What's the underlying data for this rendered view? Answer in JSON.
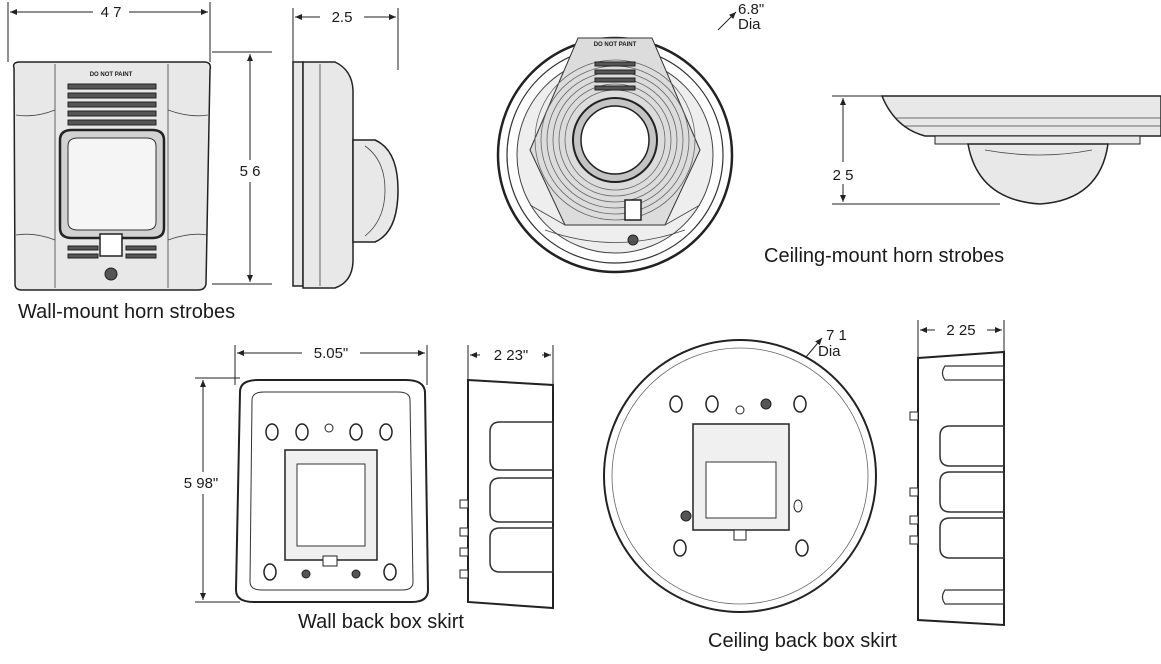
{
  "dimensions": {
    "wall_width": "4 7",
    "wall_depth": "2.5",
    "wall_height": "5 6",
    "ceil_dia": "6.8\"",
    "ceil_dia_label": "Dia",
    "ceil_height": "2 5",
    "skirt_width": "5.05\"",
    "skirt_depth": "2 23\"",
    "skirt_height": "5 98\"",
    "ceil_skirt_dia": "7 1",
    "ceil_skirt_dia_label": "Dia",
    "ceil_skirt_depth": "2 25"
  },
  "labels": {
    "device_text": "DO NOT PAINT",
    "wall_mount": "Wall-mount horn strobes",
    "ceiling_mount": "Ceiling-mount horn strobes",
    "wall_skirt": "Wall back box skirt",
    "ceiling_skirt": "Ceiling back box skirt"
  }
}
